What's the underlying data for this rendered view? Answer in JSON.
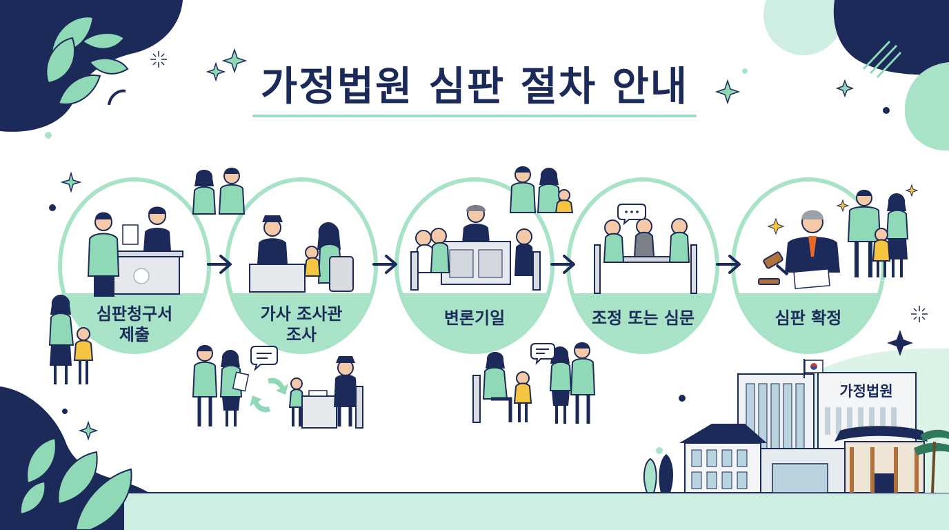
{
  "title": "가정법원 심판 절차 안내",
  "steps": [
    {
      "label_line1": "심판청구서",
      "label_line2": "제출"
    },
    {
      "label_line1": "가사 조사관",
      "label_line2": "조사"
    },
    {
      "label_line1": "변론기일",
      "label_line2": ""
    },
    {
      "label_line1": "조정 또는 심문",
      "label_line2": ""
    },
    {
      "label_line1": "심판 확정",
      "label_line2": ""
    }
  ],
  "building_sign": "가정법원",
  "colors": {
    "navy": "#1c2a5a",
    "mint": "#8fd9b6",
    "mint_light": "#cdeee0",
    "mint_ring": "#a9e3c7",
    "gray": "#d9dde2",
    "skin": "#f4c9a8"
  },
  "icons": [
    "leaf-icon",
    "sparkle-icon",
    "arrow-right-icon",
    "speech-bubble-icon",
    "gavel-icon",
    "korean-flag-icon",
    "cycle-arrows-icon",
    "court-emblem-icon"
  ]
}
